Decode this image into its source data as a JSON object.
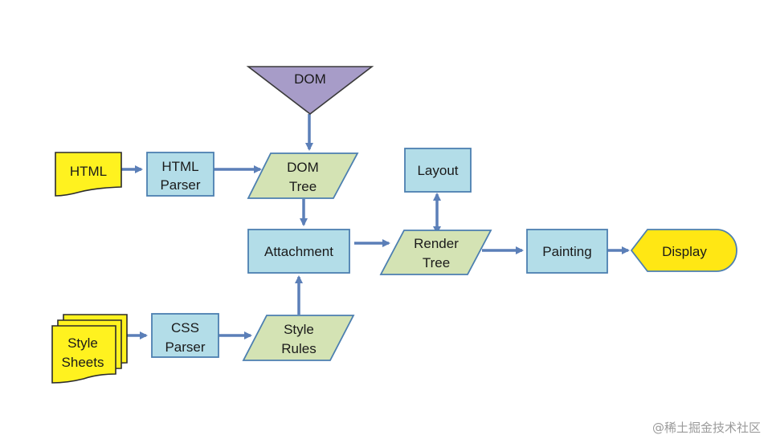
{
  "nodes": {
    "dom": "DOM",
    "html": "HTML",
    "html_parser": [
      "HTML",
      "Parser"
    ],
    "dom_tree": [
      "DOM",
      "Tree"
    ],
    "layout": "Layout",
    "attachment": "Attachment",
    "render_tree": [
      "Render",
      "Tree"
    ],
    "painting": "Painting",
    "display": "Display",
    "style_sheets": [
      "Style",
      "Sheets"
    ],
    "css_parser": [
      "CSS",
      "Parser"
    ],
    "style_rules": [
      "Style",
      "Rules"
    ]
  },
  "watermark": "@稀土掘金技术社区",
  "colors": {
    "edge": "#5b7fb8",
    "process_fill": "#b3dde8",
    "data_fill": "#d4e3b4",
    "document_fill": "#fff21f",
    "dom_fill": "#a79cc8",
    "display_fill": "#ffe714"
  }
}
